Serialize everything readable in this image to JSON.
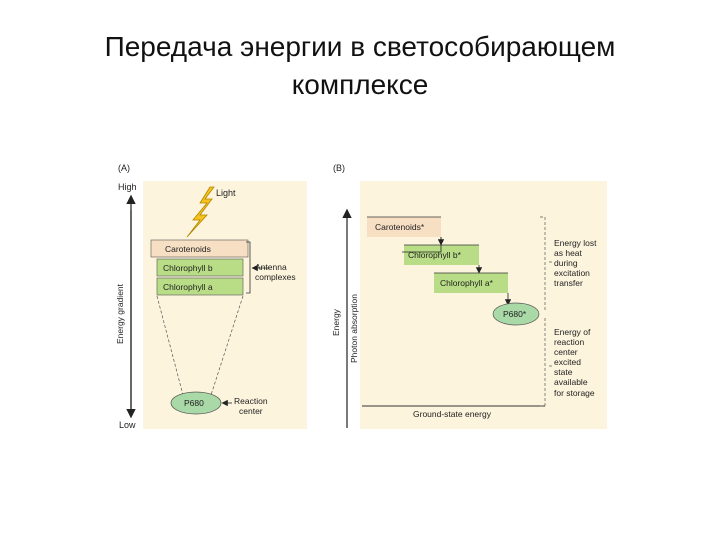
{
  "slide": {
    "title_line1": "Передача энергии в светособирающем",
    "title_line2": "комплексе"
  },
  "panel_a": {
    "label": "(A)",
    "axis_high": "High",
    "axis_low": "Low",
    "axis_label": "Energy gradient",
    "light_label": "Light",
    "carotenoids": "Carotenoids",
    "chl_b": "Chlorophyll b",
    "chl_a": "Chlorophyll a",
    "antenna_line1": "Antenna",
    "antenna_line2": "complexes",
    "p680": "P680",
    "reaction_line1": "Reaction",
    "reaction_line2": "center"
  },
  "panel_b": {
    "label": "(B)",
    "axis_energy": "Energy",
    "axis_photon": "Photon absorption",
    "carotenoids": "Carotenoids*",
    "chl_b": "Chlorophyll b*",
    "chl_a": "Chlorophyll a*",
    "p680": "P680*",
    "ground": "Ground-state energy",
    "heat_lines": [
      "Energy lost",
      "as heat",
      "during",
      "excitation",
      "transfer"
    ],
    "storage_lines": [
      "Energy of",
      "reaction",
      "center",
      "excited",
      "state",
      "available",
      "for storage"
    ]
  },
  "colors": {
    "panel_bg": "#fdf4dd",
    "carotenoid_band": "#f7dfc4",
    "chlorophyll_green": "#b9dd86",
    "p680_fill": "#a8d9a6",
    "light_yellow": "#f6c21d"
  }
}
